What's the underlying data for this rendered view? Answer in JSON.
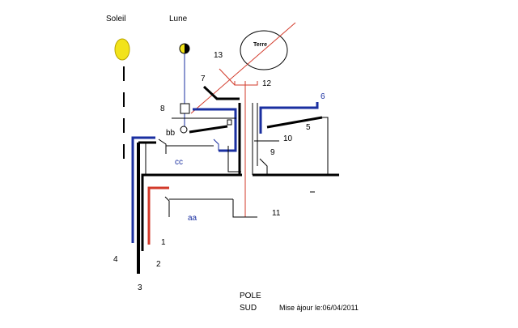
{
  "labels": {
    "sun": "Soleil",
    "moon": "Lune",
    "earth": "Terre",
    "n1": "1",
    "n2": "2",
    "n3": "3",
    "n4": "4",
    "n5": "5",
    "n6": "6",
    "n7": "7",
    "n8": "8",
    "n9": "9",
    "n10": "10",
    "n11": "11",
    "n12": "12",
    "n13": "13",
    "aa": "aa",
    "bb": "bb",
    "cc": "cc",
    "pole": "POLE",
    "sud": "SUD",
    "update": "Mise àjour le:06/04/2011",
    "dash": "–"
  },
  "colors": {
    "black": "#000000",
    "blue": "#1a2fa0",
    "red": "#d23a2a",
    "sun_fill": "#f2e31a"
  }
}
